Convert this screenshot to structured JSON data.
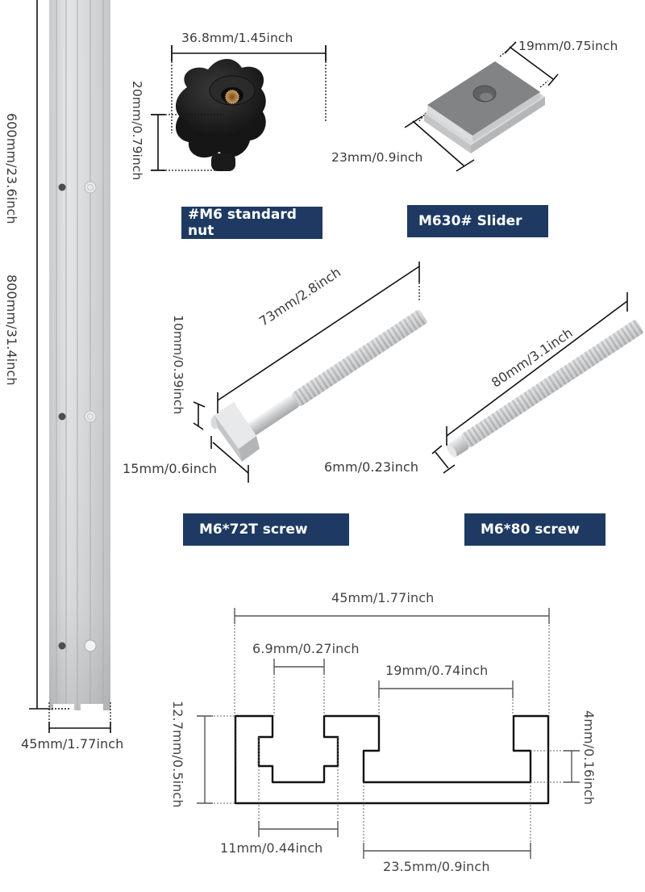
{
  "rail": {
    "length_labels": [
      "600mm/23.6inch",
      "800mm/31.4inch"
    ],
    "width_label": "45mm/1.77inch"
  },
  "parts": {
    "nut": {
      "name": "#M6 standard nut",
      "width_label": "36.8mm/1.45inch",
      "height_label": "20mm/0.79inch"
    },
    "slider": {
      "name": "M630# Slider",
      "width_label": "19mm/0.75inch",
      "length_label": "23mm/0.9inch"
    },
    "t_screw": {
      "name": "M6*72T screw",
      "length_label": "73mm/2.8inch",
      "head_height_label": "10mm/0.39inch",
      "head_width_label": "15mm/0.6inch"
    },
    "screw": {
      "name": "M6*80 screw",
      "length_label": "80mm/3.1inch",
      "diameter_label": "6mm/0.23inch"
    }
  },
  "profile": {
    "overall_width_label": "45mm/1.77inch",
    "slot_opening_label": "6.9mm/0.27inch",
    "wide_slot_opening_label": "19mm/0.74inch",
    "height_label": "12.7mm/0.5inch",
    "lip_height_label": "4mm/0.16inch",
    "slot_inner_width_label": "11mm/0.44inch",
    "wide_slot_inner_width_label": "23.5mm/0.9inch"
  },
  "colors": {
    "badge_bg": "#1e3a63",
    "badge_text": "#ffffff",
    "aluminum": "#d4d6d8",
    "knob": "#1f1f1f",
    "line": "#222222"
  }
}
